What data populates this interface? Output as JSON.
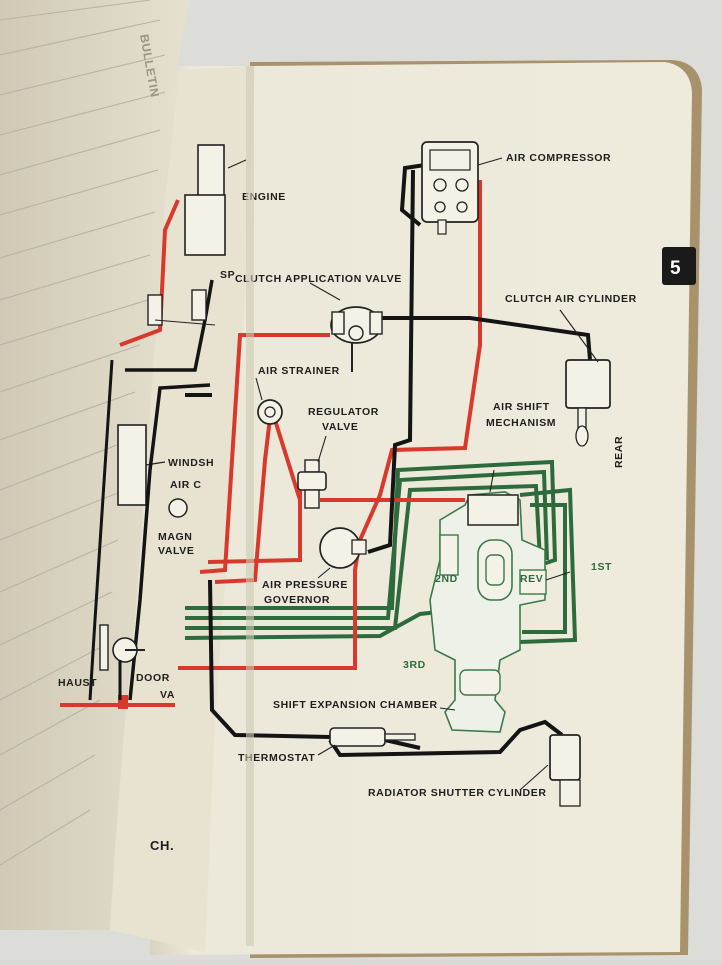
{
  "page": {
    "tab_number": "5",
    "side_label": "REAR",
    "footer_fragment": "CH."
  },
  "left_page": {
    "stamp_text": "BULLETIN",
    "labels": {
      "engine": "ENGINE",
      "sp": "SP",
      "windshield": "WINDSH",
      "air": "AIR C",
      "magnet": "MAGN",
      "valve": "VALVE",
      "exhaust": "HAUST",
      "door": "DOOR",
      "door_valve": "VA"
    }
  },
  "components": {
    "air_compressor": "AIR COMPRESSOR",
    "clutch_application_valve": "CLUTCH APPLICATION VALVE",
    "clutch_air_cylinder": "CLUTCH AIR CYLINDER",
    "air_strainer": "AIR STRAINER",
    "regulator_valve_1": "REGULATOR",
    "regulator_valve_2": "VALVE",
    "air_shift_mechanism_1": "AIR SHIFT",
    "air_shift_mechanism_2": "MECHANISM",
    "air_pressure_governor_1": "AIR PRESSURE",
    "air_pressure_governor_2": "GOVERNOR",
    "shift_expansion_chamber": "SHIFT EXPANSION CHAMBER",
    "thermostat": "THERMOSTAT",
    "radiator_shutter_cylinder": "RADIATOR SHUTTER CYLINDER"
  },
  "gears": {
    "second": "2ND",
    "reverse": "REV",
    "first": "1ST",
    "third": "3RD"
  },
  "colors": {
    "paper": "#ece8da",
    "left_paper": "#e4dfcd",
    "red_line": "#d9392c",
    "green_line": "#2e6b3c",
    "black_line": "#141414",
    "tab": "#1a1a1a"
  }
}
